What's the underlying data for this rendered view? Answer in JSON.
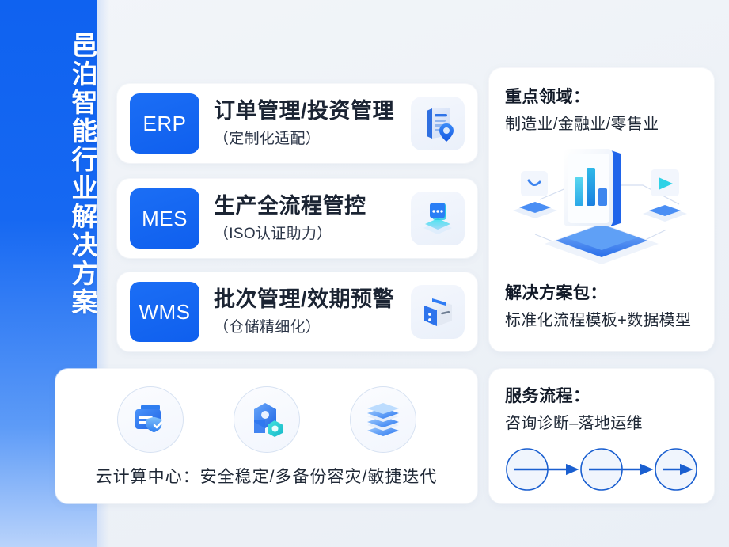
{
  "sidebar": {
    "title": "邑泊智能行业解决方案",
    "brand_color": "#1668f2"
  },
  "modules": [
    {
      "badge": "ERP",
      "title": "订单管理/投资管理",
      "subtitle": "（定制化适配）",
      "icon": "document-pin-icon"
    },
    {
      "badge": "MES",
      "title": "生产全流程管控",
      "subtitle": "（ISO认证助力）",
      "icon": "process-screen-icon"
    },
    {
      "badge": "WMS",
      "title": "批次管理/效期预警",
      "subtitle": "（仓储精细化）",
      "icon": "storage-box-icon"
    }
  ],
  "cloud": {
    "caption": "云计算中心：安全稳定/多备份容灾/敏捷迭代",
    "icons": [
      "secure-card-icon",
      "node-hex-icon",
      "stacked-layers-icon"
    ]
  },
  "right_panel": {
    "focus": {
      "heading": "重点领域：",
      "body": "制造业/金融业/零售业"
    },
    "illustration": "isometric-dashboard-illustration",
    "package": {
      "heading": "解决方案包：",
      "body": "标准化流程模板+数据模型"
    }
  },
  "service": {
    "heading": "服务流程：",
    "body": "咨询诊断–落地运维",
    "steps": 3,
    "accent": "#1a5fd0"
  }
}
